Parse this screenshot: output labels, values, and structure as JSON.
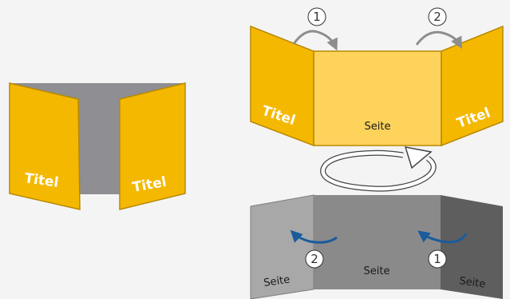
{
  "left_diagram": {
    "left_flap": {
      "label": "Titel"
    },
    "right_flap": {
      "label": "Titel"
    }
  },
  "top_diagram": {
    "left_flap": {
      "label": "Titel"
    },
    "center": {
      "label": "Seite"
    },
    "right_flap": {
      "label": "Titel"
    },
    "step_left": "1",
    "step_right": "2"
  },
  "bottom_diagram": {
    "left_panel": {
      "label": "Seite"
    },
    "center": {
      "label": "Seite"
    },
    "right_panel": {
      "label": "Seite"
    },
    "step_left": "2",
    "step_right": "1"
  },
  "colors": {
    "yellow": "#f5b800",
    "yellow_light": "#fdd35c",
    "gray_back": "#8e8e93",
    "gray_light": "#a8a8a8",
    "gray_mid": "#8a8a8a",
    "gray_dark": "#5e5e5e",
    "arrow_gray": "#8e8e8e",
    "arrow_blue": "#1a5b9c"
  }
}
